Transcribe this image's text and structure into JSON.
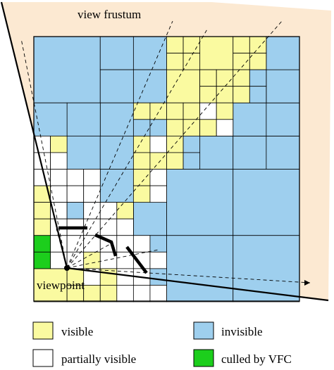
{
  "frustum_label": "view frustum",
  "viewpoint_label": "viewpoint",
  "colors": {
    "frustum_fill": "#fce9d2",
    "visible": "#fafaa0",
    "invisible": "#9ecfee",
    "partially_visible": "#ffffff",
    "culled_by_vfc": "#1cce1c",
    "lines": "#000000"
  },
  "legend": {
    "visible": {
      "label": "visible",
      "color": "#fafaa0"
    },
    "invisible": {
      "label": "invisible",
      "color": "#9ecfee"
    },
    "partial": {
      "label": "partially visible",
      "color": "#ffffff"
    },
    "culled": {
      "label": "culled by VFC",
      "color": "#1cce1c"
    }
  }
}
